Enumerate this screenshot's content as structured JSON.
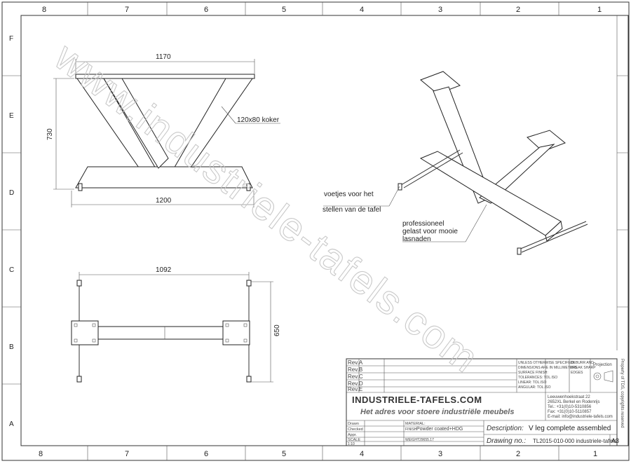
{
  "frame": {
    "columns": [
      "8",
      "7",
      "6",
      "5",
      "4",
      "3",
      "2",
      "1"
    ],
    "rows": [
      "F",
      "E",
      "D",
      "C",
      "B",
      "A"
    ]
  },
  "watermark": "www.industriele-tafels.com",
  "front_view": {
    "width_top": "1170",
    "height": "730",
    "width_bottom": "1200",
    "callout": "120x80 koker"
  },
  "top_view": {
    "width": "1092",
    "depth": "650"
  },
  "iso_view": {
    "note_feet_line1": "voetjes voor het",
    "note_feet_line2": "stellen van de tafel",
    "note_weld_line1": "professioneel",
    "note_weld_line2": "gelast voor mooie",
    "note_weld_line3": "lasnaden"
  },
  "title_block": {
    "rev_labels": [
      "Rev.A",
      "Rev.B",
      "Rev.C",
      "Rev.D",
      "Rev.E"
    ],
    "tolerance_lines": [
      "UNLESS OTHERWISE SPECIFIED:",
      "DIMENSIONS ARE IN MILLIMETERS",
      "SURFACE FINISH:",
      "TOLERANCES: TOL.ISO",
      "LINEAR: TOL.ISO",
      "ANGULAR: TOL.ISO"
    ],
    "deburr_lines": [
      "DEBURR AND",
      "BREAK SHARP",
      "EDGES"
    ],
    "projection_label": "Projection",
    "company_name": "INDUSTRIELE-TAFELS.COM",
    "slogan": "Het adres voor stoere industriële meubels",
    "address_lines": [
      "Leeuwenhoekstraat 22",
      "2652XL Berkel en Rodenrijs",
      "Tel.: +31(0)10-5310856",
      "Fax: +31(0)10-5110857",
      "E-mail: info@industriele-tafels.com"
    ],
    "drawn_label": "Drawn",
    "checked_label": "Checked",
    "approved_label": "Appr.",
    "scale_label": "SCALE",
    "scale_value": "1:10",
    "material_label": "MATERIAL:",
    "finish_label": "FINISH",
    "finish_value": "Powder coated+HDG",
    "weight_label": "WEIGHT",
    "weight_value": "29655.17",
    "description_label": "Description:",
    "description_value": "V leg complete assembled",
    "drawing_no_label": "Drawing no.:",
    "drawing_no_value": "TL2015-010-000 industriele-tafels",
    "sheet_size": "A3",
    "side_text": "Property of TDS, copyrights reserved"
  }
}
